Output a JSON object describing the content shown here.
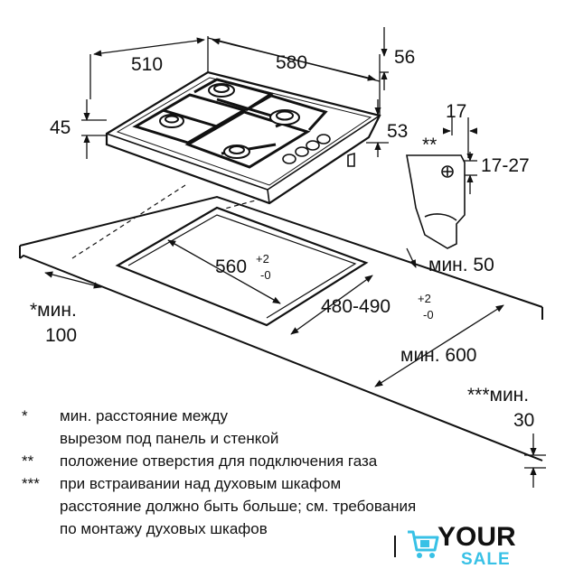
{
  "dimensions": {
    "width_510": "510",
    "length_580": "580",
    "d_56": "56",
    "d_45": "45",
    "d_53": "53",
    "d_17": "17",
    "range_17_27": "17-27",
    "double_star": "**",
    "cutout_560": "560",
    "cutout_560_tol_plus": "+2",
    "cutout_560_tol_minus": "-0",
    "cutout_480_490": "480-490",
    "cutout_480_tol_plus": "+2",
    "cutout_480_tol_minus": "-0",
    "min_50": "мин. 50",
    "min_100_line1": "*мин.",
    "min_100_line2": "100",
    "min_600": "мин. 600",
    "min_30_line1": "***мин.",
    "min_30_line2": "30"
  },
  "notes": [
    {
      "mark": "*",
      "lines": [
        "мин. расстояние между",
        "вырезом под панель и стенкой"
      ]
    },
    {
      "mark": "**",
      "lines": [
        "положение отверстия для подключения газа"
      ]
    },
    {
      "mark": "***",
      "lines": [
        "при встраивании над духовым шкафом",
        "расстояние должно быть больше; см. требования",
        "по монтажу духовых шкафов"
      ]
    }
  ],
  "logo": {
    "word_top": "YOUR",
    "word_bottom": "SALE",
    "accent_color": "#38c1e6",
    "icon": "shopping-cart-icon"
  }
}
